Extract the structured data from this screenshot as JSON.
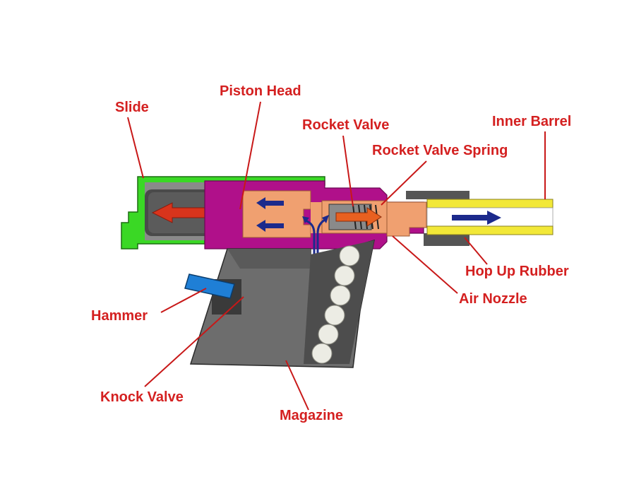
{
  "labels": {
    "slide": "Slide",
    "piston_head": "Piston Head",
    "rocket_valve": "Rocket Valve",
    "rocket_valve_spring": "Rocket Valve Spring",
    "inner_barrel": "Inner Barrel",
    "hop_up_rubber": "Hop Up Rubber",
    "air_nozzle": "Air Nozzle",
    "hammer": "Hammer",
    "knock_valve": "Knock Valve",
    "magazine": "Magazine"
  },
  "colors": {
    "label_text": "#d42020",
    "leader_line": "#c81818",
    "slide_outline": "#33dd22",
    "piston_body": "#f0a070",
    "housing": "#b0108a",
    "magazine": "#6d6d6d",
    "hammer": "#1f7fd6",
    "barrel_rail": "#f2e838",
    "arrow_red": "#d8341c",
    "arrow_blue": "#1c2a8c"
  }
}
